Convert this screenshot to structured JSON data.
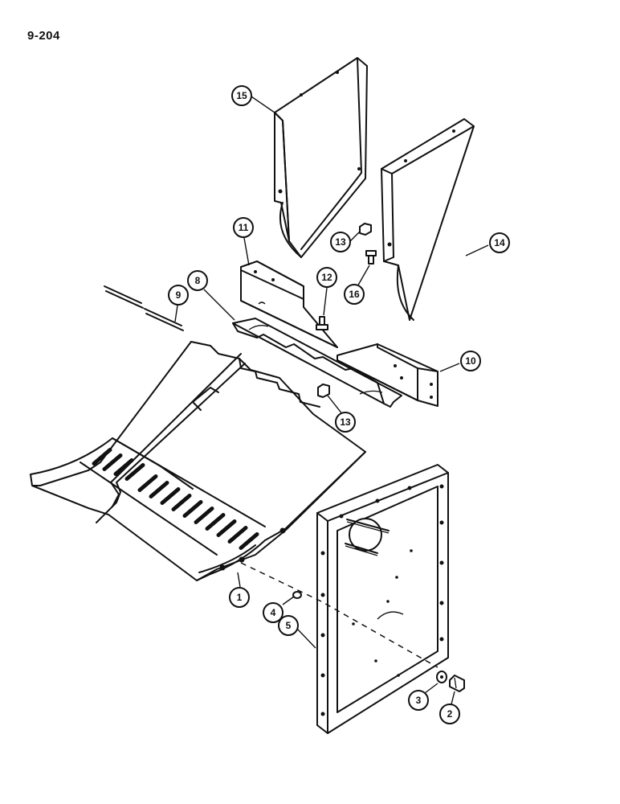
{
  "page": {
    "number": "9-204"
  },
  "callouts": [
    {
      "id": "c1",
      "label": "1"
    },
    {
      "id": "c2",
      "label": "2"
    },
    {
      "id": "c3",
      "label": "3"
    },
    {
      "id": "c4",
      "label": "4"
    },
    {
      "id": "c5",
      "label": "5"
    },
    {
      "id": "c8",
      "label": "8"
    },
    {
      "id": "c9",
      "label": "9"
    },
    {
      "id": "c10",
      "label": "10"
    },
    {
      "id": "c11",
      "label": "11"
    },
    {
      "id": "c12",
      "label": "12"
    },
    {
      "id": "c13a",
      "label": "13"
    },
    {
      "id": "c13b",
      "label": "13"
    },
    {
      "id": "c14",
      "label": "14"
    },
    {
      "id": "c15",
      "label": "15"
    },
    {
      "id": "c16",
      "label": "16"
    }
  ]
}
